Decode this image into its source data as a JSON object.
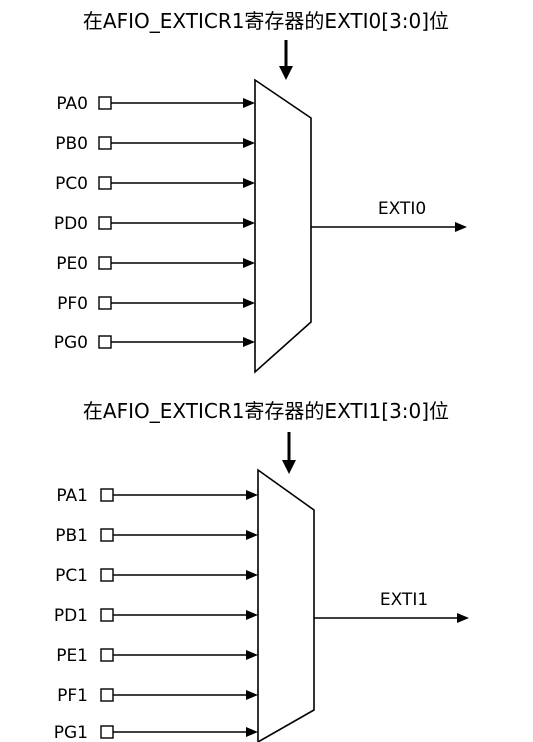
{
  "muxes": [
    {
      "title": "在AFIO_EXTICR1寄存器的EXTI0[3:0]位",
      "inputs": [
        "PA0",
        "PB0",
        "PC0",
        "PD0",
        "PE0",
        "PF0",
        "PG0"
      ],
      "output": "EXTI0"
    },
    {
      "title": "在AFIO_EXTICR1寄存器的EXTI1[3:0]位",
      "inputs": [
        "PA1",
        "PB1",
        "PC1",
        "PD1",
        "PE1",
        "PF1",
        "PG1"
      ],
      "output": "EXTI1"
    }
  ]
}
